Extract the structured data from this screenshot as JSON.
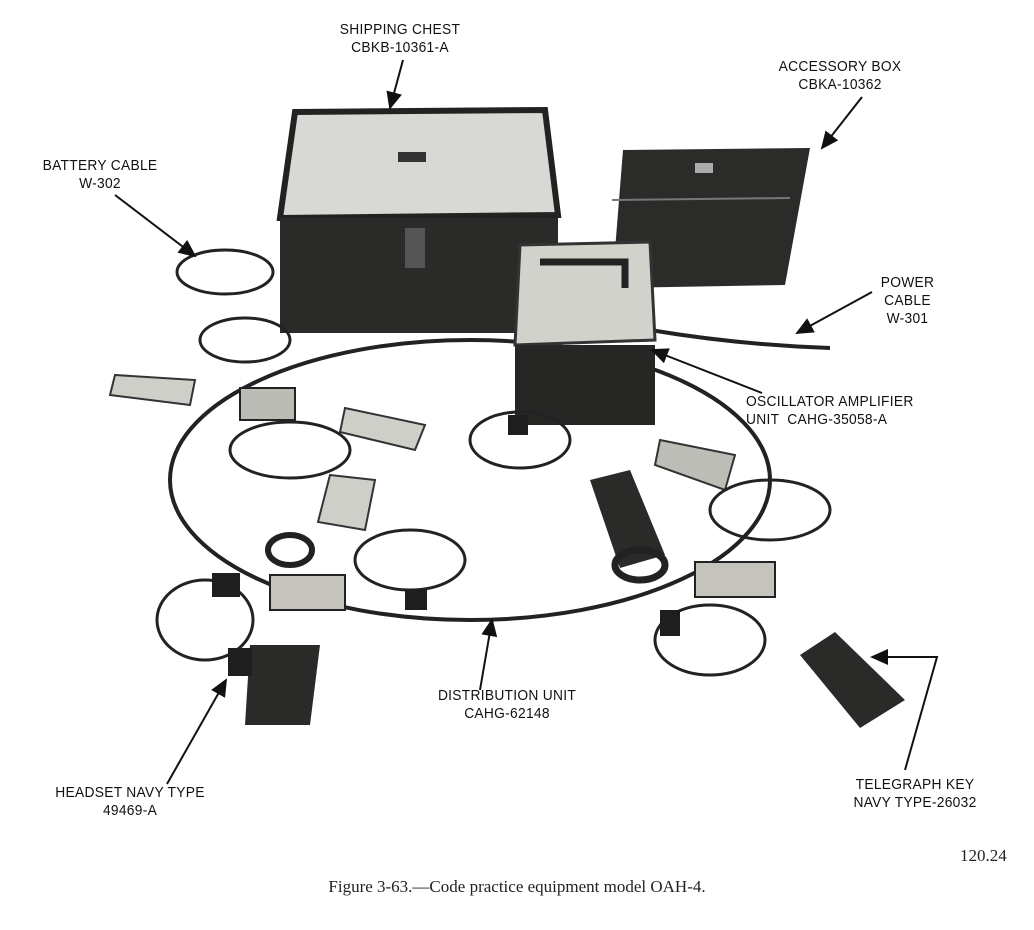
{
  "labels": {
    "shipping_chest": [
      "SHIPPING CHEST",
      "CBKB-10361-A"
    ],
    "accessory_box": [
      "ACCESSORY BOX",
      "CBKA-10362"
    ],
    "battery_cable": [
      "BATTERY CABLE",
      "W-302"
    ],
    "power_cable": [
      "POWER",
      "CABLE",
      "W-301"
    ],
    "oscillator": [
      "OSCILLATOR AMPLIFIER",
      "UNIT  CAHG-35058-A"
    ],
    "distribution_unit": [
      "DISTRIBUTION UNIT",
      "CAHG-62148"
    ],
    "headset": [
      "HEADSET NAVY TYPE",
      "49469-A"
    ],
    "telegraph_key": [
      "TELEGRAPH KEY",
      "NAVY TYPE-26032"
    ]
  },
  "figure_code": "120.24",
  "caption": "Figure 3-63.—Code practice equipment model OAH-4."
}
